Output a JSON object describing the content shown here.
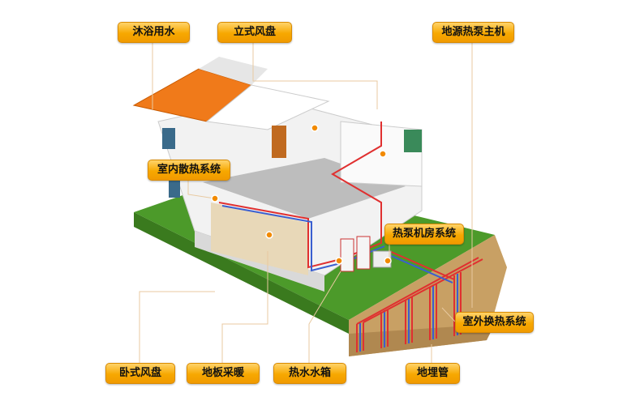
{
  "labels": {
    "bath_water": "沐浴用水",
    "vertical_fan_coil": "立式风盘",
    "ground_source_heat_pump": "地源热泵主机",
    "indoor_heat_dissipation": "室内散热系统",
    "heat_pump_room": "热泵机房系统",
    "outdoor_heat_exchange": "室外换热系统",
    "horizontal_fan_coil": "卧式风盘",
    "floor_heating": "地板采暖",
    "hot_water_tank": "热水水箱",
    "buried_pipe": "地埋管"
  },
  "colors": {
    "label": "#f7a800",
    "roof": "#f07a1a",
    "grass": "#4c9a2a",
    "pipe_hot": "#e03030",
    "pipe_cold": "#3a5fd0"
  }
}
